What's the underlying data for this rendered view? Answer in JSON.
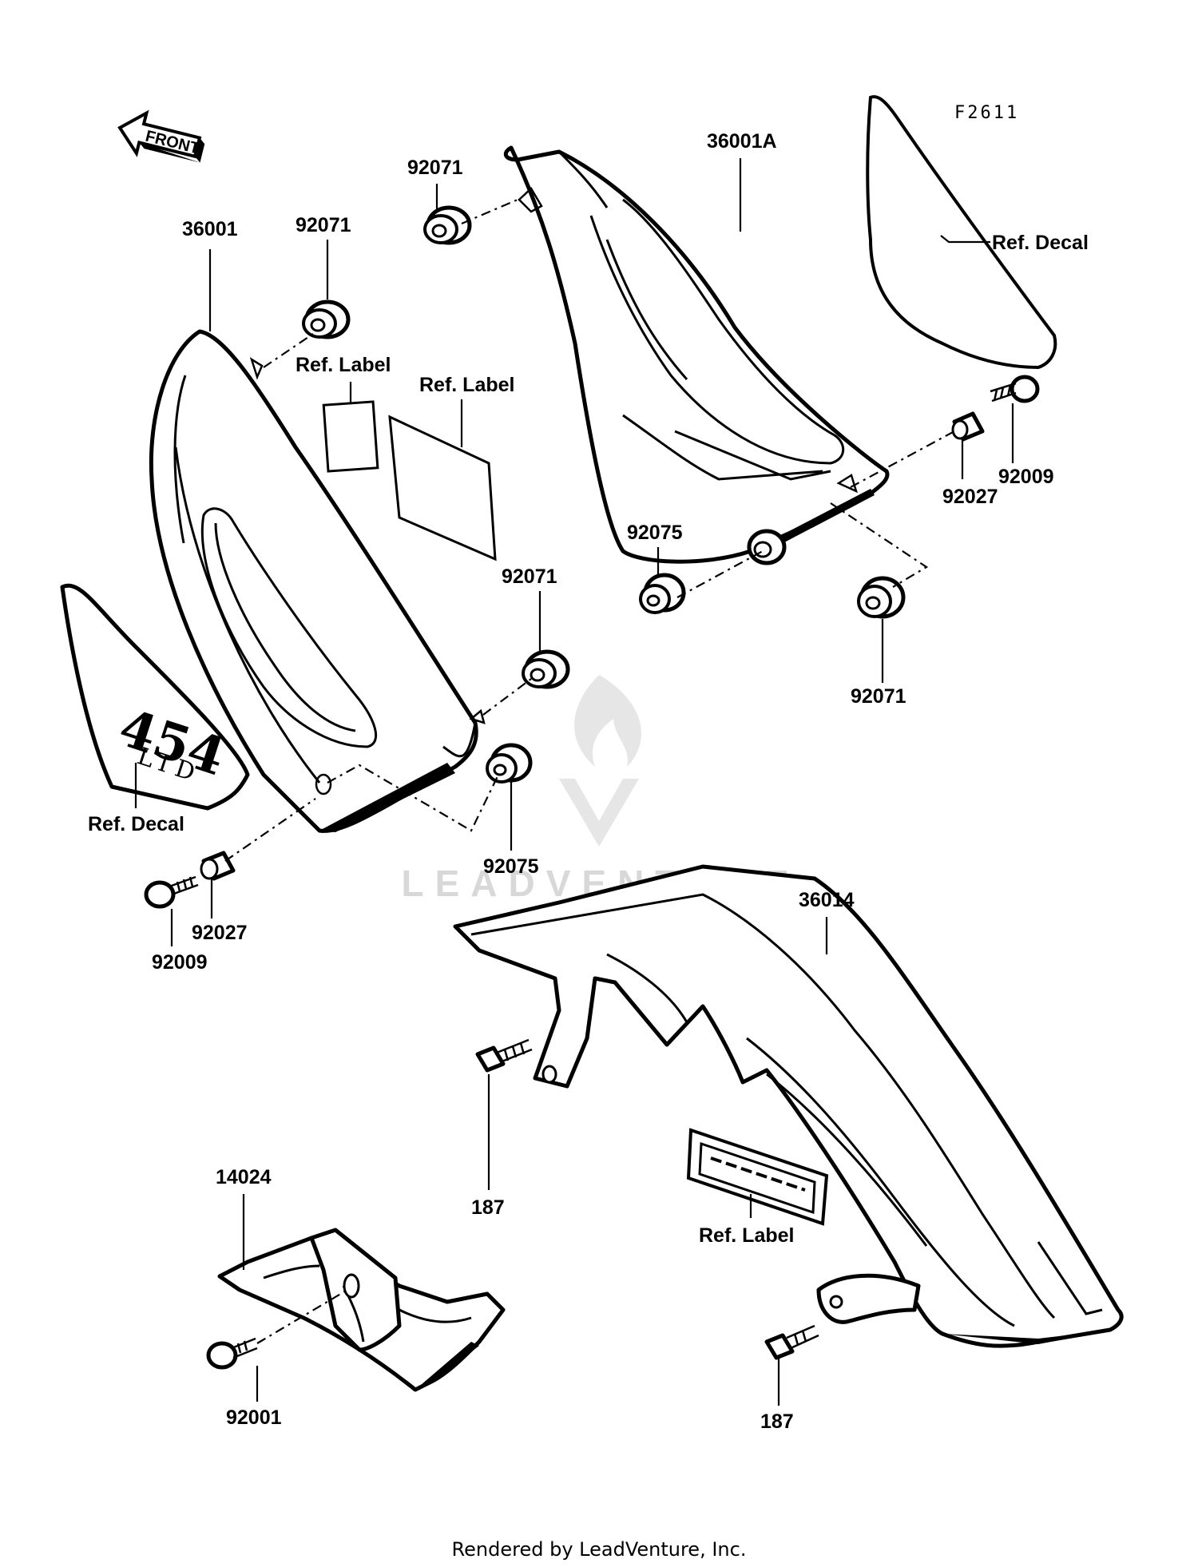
{
  "diagram": {
    "figure_code": "F2611",
    "front_arrow": "FRONT",
    "watermark": "LEADVENTURE",
    "footer": "Rendered by LeadVenture, Inc.",
    "labels": {
      "p36001": "36001",
      "p36001a": "36001A",
      "p36014": "36014",
      "p14024": "14024",
      "p92071_a": "92071",
      "p92071_b": "92071",
      "p92071_c": "92071",
      "p92071_d": "92071",
      "p92075_a": "92075",
      "p92075_b": "92075",
      "p92027_a": "92027",
      "p92027_b": "92027",
      "p92009_a": "92009",
      "p92009_b": "92009",
      "p187_a": "187",
      "p187_b": "187",
      "p92001": "92001",
      "ref_label_a": "Ref. Label",
      "ref_label_b": "Ref. Label",
      "ref_label_c": "Ref. Label",
      "ref_decal_a": "Ref. Decal",
      "ref_decal_b": "Ref. Decal"
    },
    "decal_text": {
      "number": "454",
      "suffix": "LTD"
    }
  }
}
